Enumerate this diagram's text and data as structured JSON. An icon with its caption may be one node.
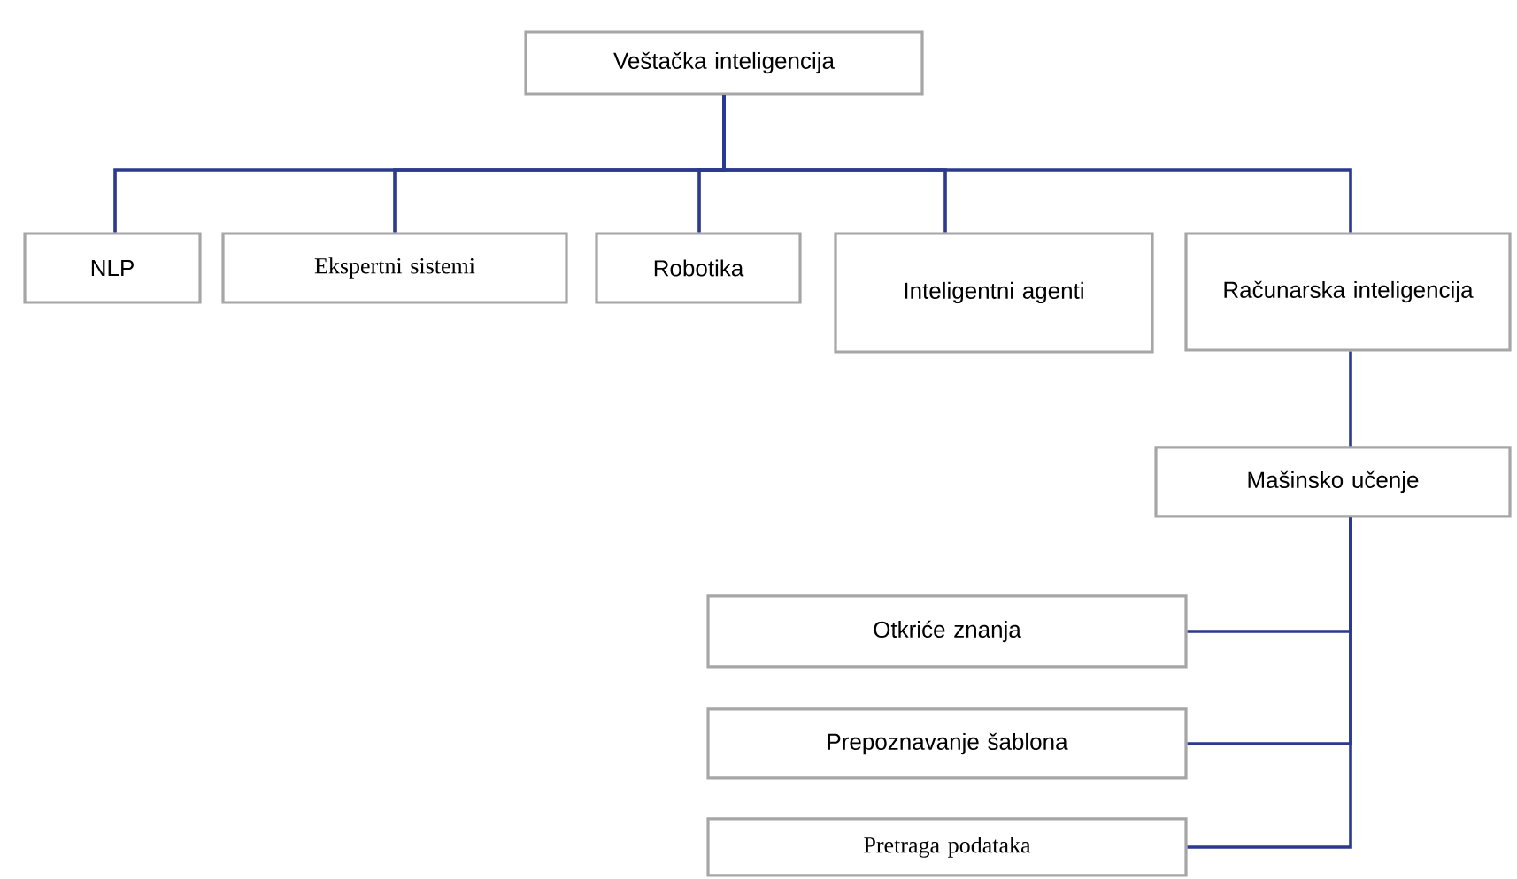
{
  "diagram": {
    "nodes": [
      {
        "text": [
          "Veštačka inteligencija"
        ]
      },
      {
        "text": [
          "NLP"
        ]
      },
      {
        "text": [
          "Ekspertni sistemi"
        ]
      },
      {
        "text": [
          "Robotika"
        ]
      },
      {
        "text": [
          "Inteligentni agenti"
        ]
      },
      {
        "text": [
          "Računarska inteligencija"
        ]
      },
      {
        "text": [
          "Mašinsko učenje"
        ]
      },
      {
        "text": [
          "Otkriće znanja"
        ]
      },
      {
        "text": [
          "Prepoznavanje šablona"
        ]
      },
      {
        "text": [
          "Pretraga podataka"
        ]
      }
    ],
    "edges": [
      {
        "from": 0,
        "to": 1,
        "arrow": "none"
      },
      {
        "from": 0,
        "to": 2,
        "arrow": "none"
      },
      {
        "from": 0,
        "to": 3,
        "arrow": "none"
      },
      {
        "from": 0,
        "to": 4,
        "arrow": "none"
      },
      {
        "from": 0,
        "to": 5,
        "arrow": "none"
      },
      {
        "from": 5,
        "to": 6,
        "arrow": "none"
      },
      {
        "from": 6,
        "to": 7,
        "arrow": "none"
      },
      {
        "from": 6,
        "to": 8,
        "arrow": "none"
      },
      {
        "from": 6,
        "to": 9,
        "arrow": "none"
      }
    ]
  }
}
